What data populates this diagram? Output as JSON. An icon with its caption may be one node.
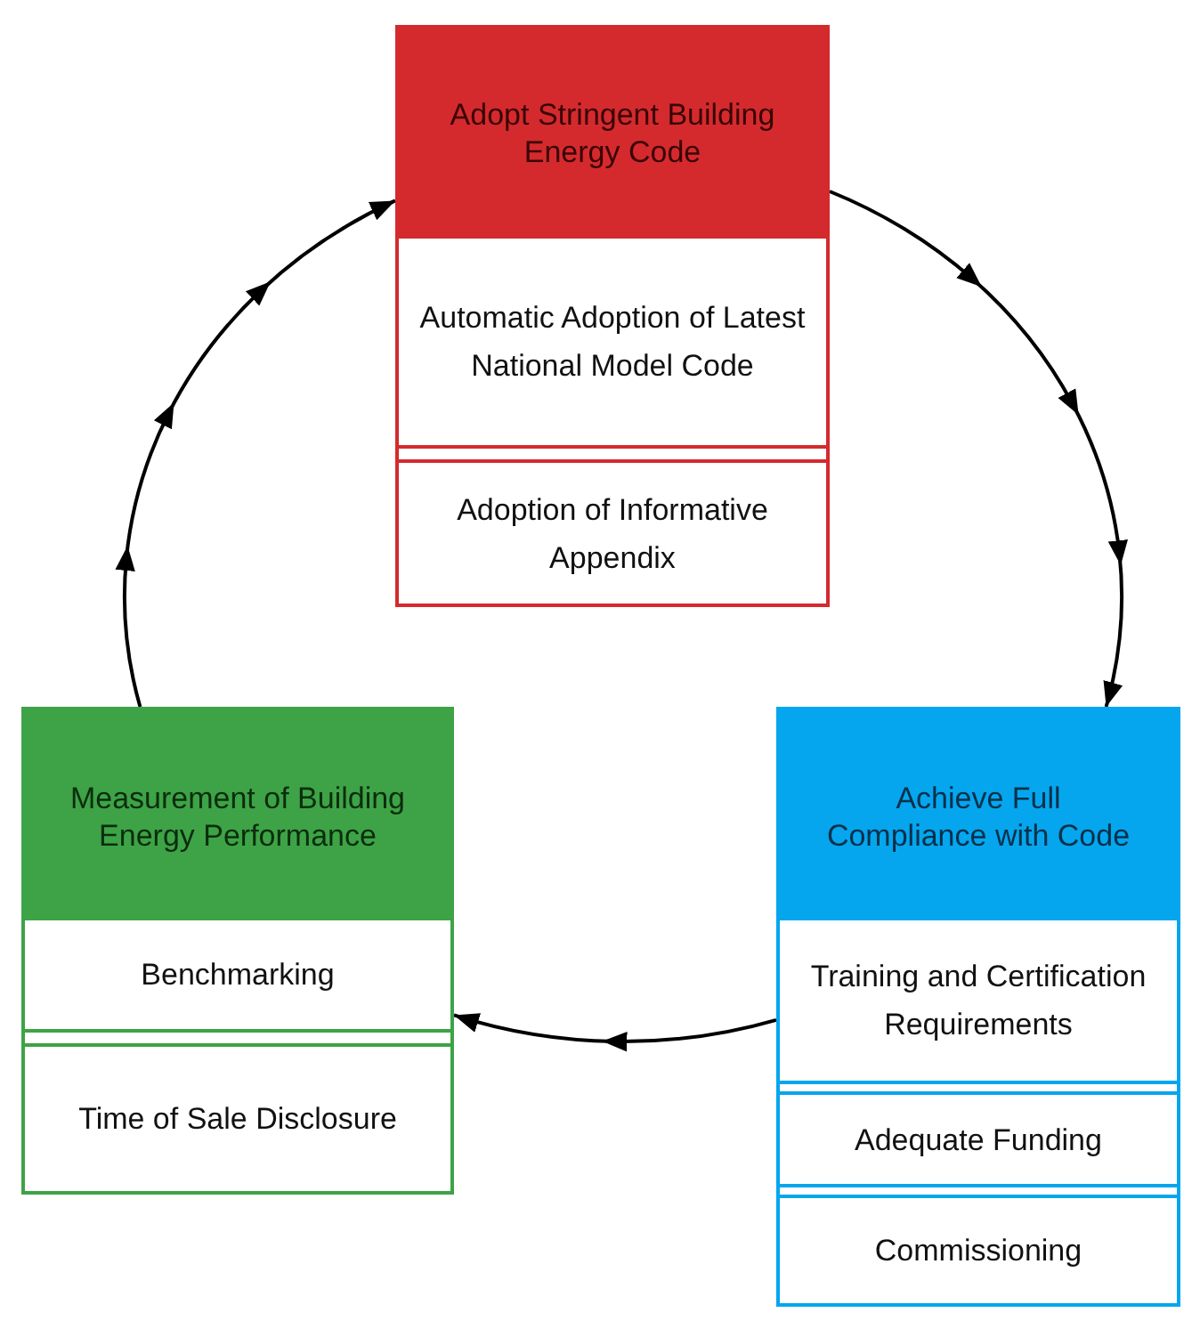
{
  "diagram": {
    "nodes": [
      {
        "text": [
          "Adopt Stringent Building Energy Code"
        ]
      },
      {
        "text": [
          "Automatic Adoption of Latest National Model Code"
        ],
        "in": 0
      },
      {
        "text": [
          "Adoption of Informative Appendix"
        ],
        "in": 0
      },
      {
        "text": [
          "Achieve Full Compliance with Code"
        ]
      },
      {
        "text": [
          "Training and Certification Requirements"
        ],
        "in": 3
      },
      {
        "text": [
          "Adequate Funding"
        ],
        "in": 3
      },
      {
        "text": [
          "Commissioning"
        ],
        "in": 3
      },
      {
        "text": [
          "Measurement of Building Energy Performance"
        ]
      },
      {
        "text": [
          "Benchmarking"
        ],
        "in": 7
      },
      {
        "text": [
          "Time of Sale Disclosure"
        ],
        "in": 7
      }
    ],
    "edges": [
      {
        "from": 0,
        "to": 3,
        "arrow": "to"
      },
      {
        "from": 3,
        "to": 7,
        "arrow": "to"
      },
      {
        "from": 7,
        "to": 0,
        "arrow": "to"
      }
    ]
  }
}
